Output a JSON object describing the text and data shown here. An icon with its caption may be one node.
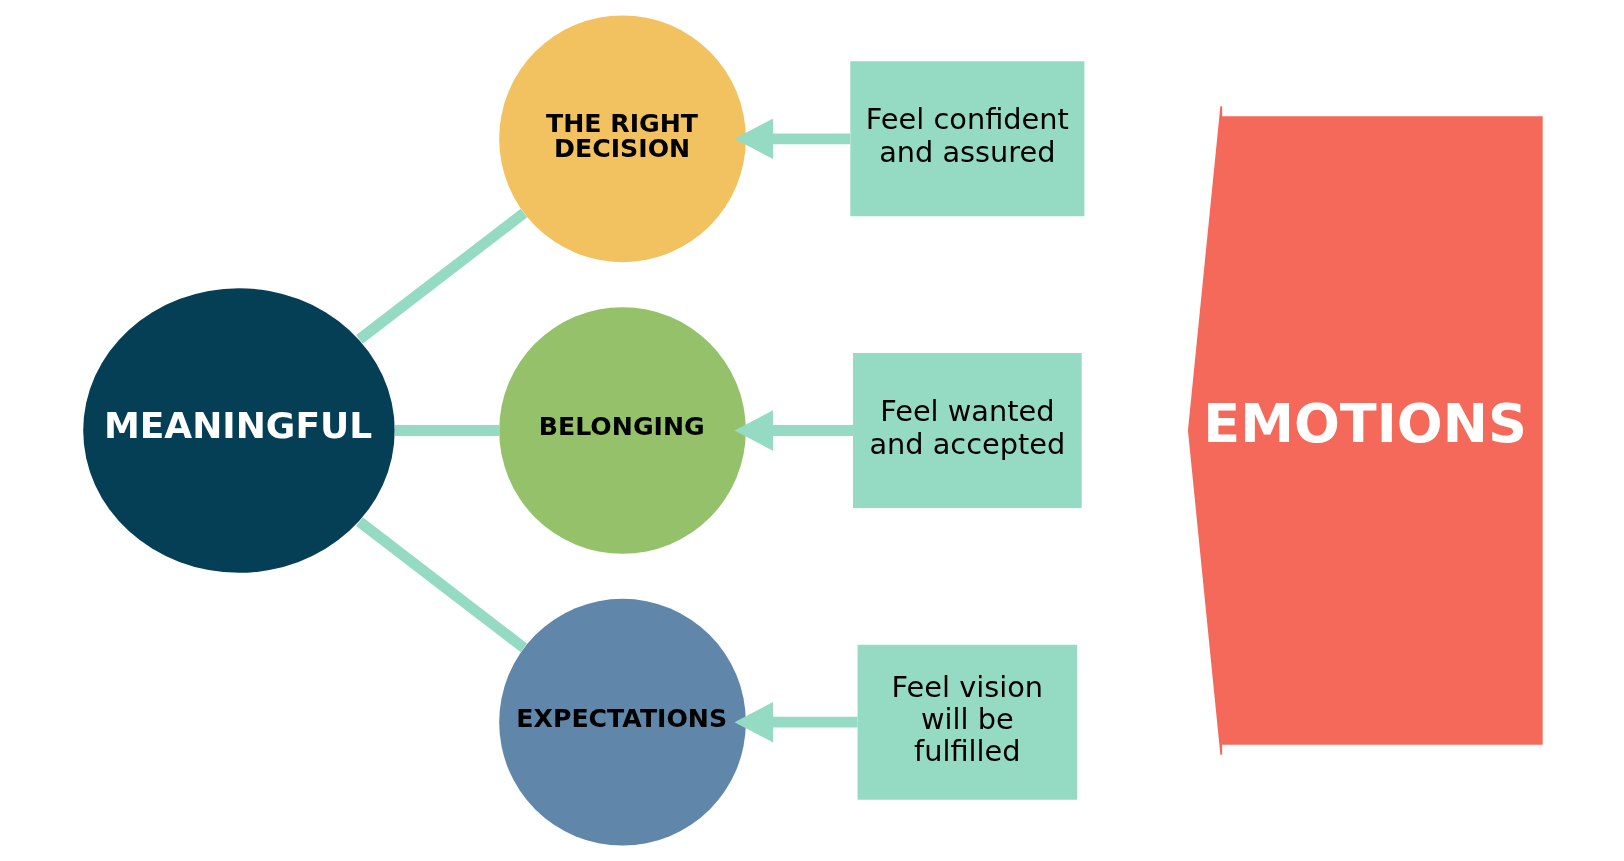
{
  "diagram": {
    "nodes": [
      {
        "text": [
          "MEANINGFUL"
        ]
      },
      {
        "text": [
          "THE RIGHT DECISION"
        ]
      },
      {
        "text": [
          "BELONGING"
        ]
      },
      {
        "text": [
          "EXPECTATIONS"
        ]
      },
      {
        "text": [
          "Feel confident and assured"
        ]
      },
      {
        "text": [
          "Feel wanted and accepted"
        ]
      },
      {
        "text": [
          "Feel vision will be fulfilled"
        ]
      },
      {
        "text": [
          "EMOTIONS"
        ]
      }
    ],
    "edges": [
      {
        "from": 0,
        "to": 1,
        "arrow": "none"
      },
      {
        "from": 0,
        "to": 2,
        "arrow": "none"
      },
      {
        "from": 0,
        "to": 3,
        "arrow": "none"
      },
      {
        "from": 4,
        "to": 1,
        "arrow": "to"
      },
      {
        "from": 5,
        "to": 2,
        "arrow": "to"
      },
      {
        "from": 6,
        "to": 3,
        "arrow": "to"
      }
    ]
  }
}
